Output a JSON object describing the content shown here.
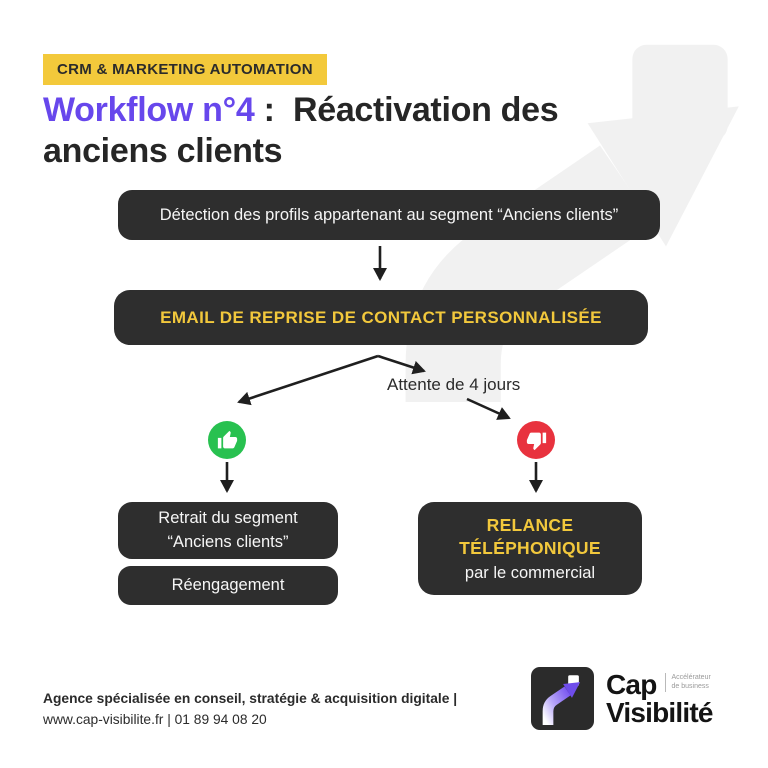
{
  "badge": {
    "label": "CRM & MARKETING AUTOMATION"
  },
  "title": {
    "purple": "Workflow n°4",
    "dark": " :  Réactivation des\nanciens clients"
  },
  "flowchart": {
    "step_detection": {
      "label": "Détection des profils appartenant au segment “Anciens clients”"
    },
    "step_email": {
      "label": "EMAIL DE REPRISE DE CONTACT PERSONNALISÉE"
    },
    "wait_label": "Attente de 4 jours",
    "thumb_up_icon": "thumbs-up",
    "thumb_down_icon": "thumbs-down",
    "step_remove_segment": {
      "label": "Retrait du segment\n“Anciens clients”"
    },
    "step_reengagement": {
      "label": "Réengagement"
    },
    "step_phone": {
      "title": "RELANCE\nTÉLÉPHONIQUE",
      "subtitle": "par le commercial"
    }
  },
  "footer": {
    "line1": "Agence spécialisée en conseil, stratégie & acquisition digitale |",
    "line2": "www.cap-visibilite.fr | 01 89 94 08 20"
  },
  "logo": {
    "name_line1": "Cap",
    "name_line2": "Visibilité",
    "tagline_line1": "Accélérateur",
    "tagline_line2": "de business"
  },
  "colors": {
    "accent_purple": "#6747EC",
    "badge_yellow": "#F3C93B",
    "highlight_yellow": "#F2C83C",
    "box_dark": "#2E2E2E",
    "thumb_green": "#28C150",
    "thumb_red": "#E8323E",
    "watermark_gray": "#F1F1F1"
  }
}
